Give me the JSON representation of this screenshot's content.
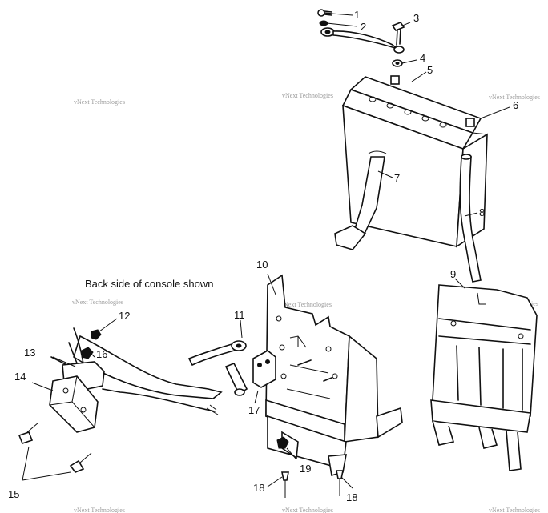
{
  "caption": "Back side of console shown",
  "watermark": "vNext Technologies",
  "callouts": [
    "1",
    "2",
    "3",
    "4",
    "5",
    "6",
    "7",
    "8",
    "9",
    "10",
    "11",
    "12",
    "13",
    "14",
    "15",
    "16",
    "17",
    "18",
    "19"
  ]
}
